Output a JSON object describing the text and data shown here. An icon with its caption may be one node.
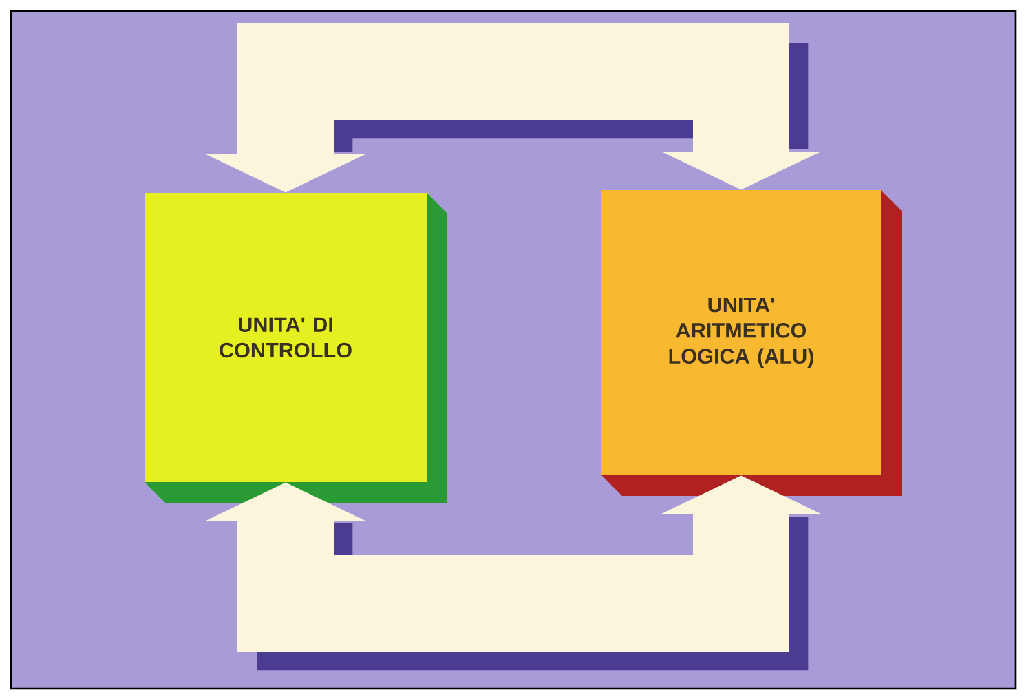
{
  "diagram": {
    "nodes": [
      {
        "text": [
          "UNITA' DI CONTROLLO"
        ]
      },
      {
        "text": [
          "UNITA' ARITMETICO LOGICA (ALU)"
        ]
      }
    ],
    "edges": [
      {
        "from": 0,
        "to": 1,
        "arrow": "both"
      },
      {
        "from": 0,
        "to": 1,
        "arrow": "both"
      }
    ]
  }
}
